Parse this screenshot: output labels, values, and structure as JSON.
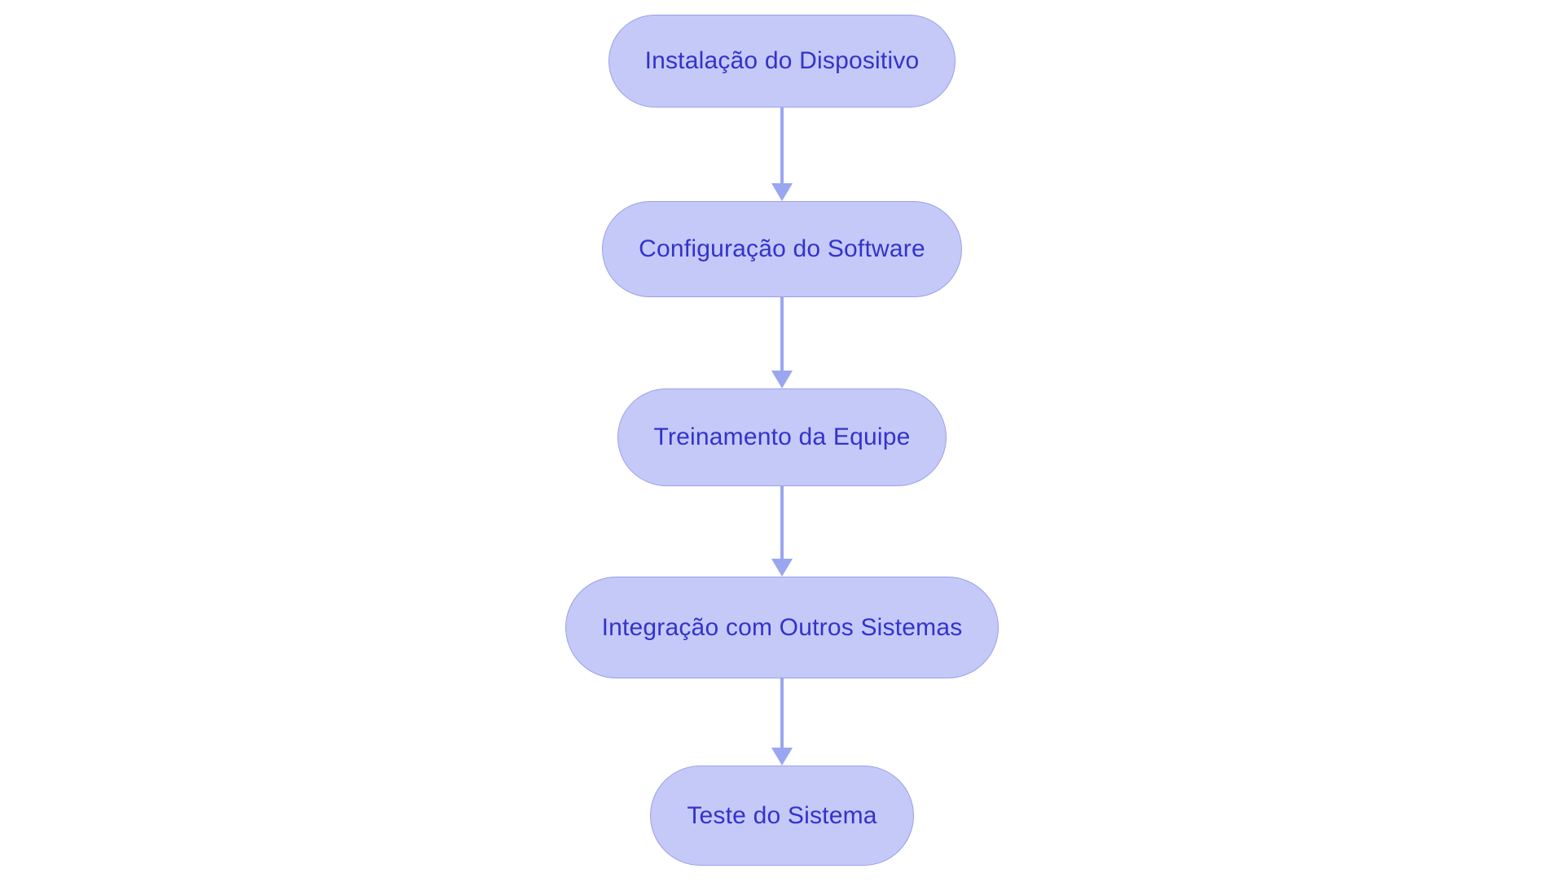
{
  "diagram": {
    "type": "flowchart",
    "orientation": "top-to-bottom",
    "background_color": "#ffffff",
    "node_fill_color": "#c5c9f8",
    "node_border_color": "#9aa0e8",
    "node_text_color": "#3333cc",
    "connector_color": "#9aa6f0",
    "node_shape": "stadium",
    "nodes": [
      {
        "id": "n1",
        "label": "Instalação do Dispositivo"
      },
      {
        "id": "n2",
        "label": "Configuração do Software"
      },
      {
        "id": "n3",
        "label": "Treinamento da Equipe"
      },
      {
        "id": "n4",
        "label": "Integração com Outros Sistemas"
      },
      {
        "id": "n5",
        "label": "Teste do Sistema"
      }
    ],
    "edges": [
      {
        "from": "n1",
        "to": "n2",
        "label": "",
        "arrow": "arrow-down-icon"
      },
      {
        "from": "n2",
        "to": "n3",
        "label": "",
        "arrow": "arrow-down-icon"
      },
      {
        "from": "n3",
        "to": "n4",
        "label": "",
        "arrow": "arrow-down-icon"
      },
      {
        "from": "n4",
        "to": "n5",
        "label": "",
        "arrow": "arrow-down-icon"
      }
    ]
  }
}
